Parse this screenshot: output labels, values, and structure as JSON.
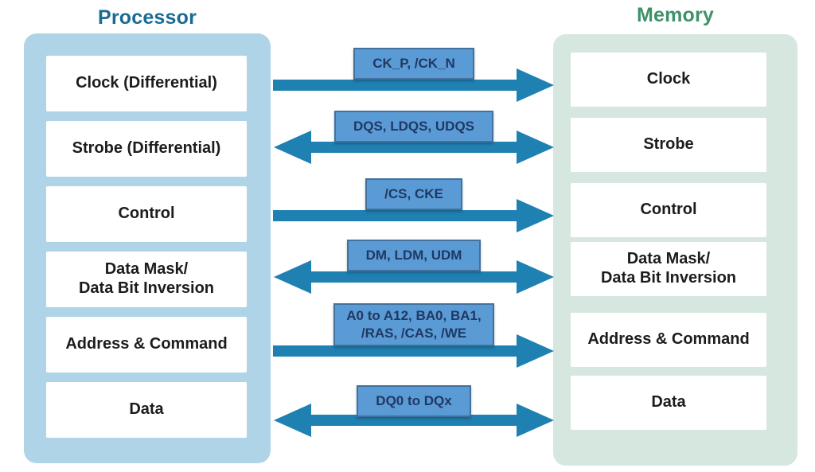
{
  "processor": {
    "title": "Processor",
    "boxes": [
      "Clock (Differential)",
      "Strobe (Differential)",
      "Control",
      "Data Mask/\nData Bit Inversion",
      "Address & Command",
      "Data"
    ]
  },
  "memory": {
    "title": "Memory",
    "boxes": [
      "Clock",
      "Strobe",
      "Control",
      "Data Mask/\nData Bit Inversion",
      "Address & Command",
      "Data"
    ]
  },
  "buses": [
    {
      "label": "CK_P, /CK_N",
      "direction": "processor-to-memory"
    },
    {
      "label": "DQS, LDQS, UDQS",
      "direction": "bidirectional"
    },
    {
      "label": "/CS, CKE",
      "direction": "processor-to-memory"
    },
    {
      "label": "DM, LDM, UDM",
      "direction": "bidirectional"
    },
    {
      "label": "A0 to A12, BA0, BA1,\n/RAS, /CAS, /WE",
      "direction": "processor-to-memory"
    },
    {
      "label": "DQ0 to DQx",
      "direction": "bidirectional"
    }
  ],
  "colors": {
    "processor_title": "#1A6B94",
    "processor_panel": "#AFD4E7",
    "memory_title": "#3E9268",
    "memory_panel": "#D6E7E0",
    "arrow": "#1F80B2",
    "bus_label_bg": "#5B9BD5",
    "bus_label_border": "#41719C",
    "bus_label_text": "#1F3864",
    "box_bg": "#FFFFFF",
    "box_text": "#1C1C1C"
  }
}
